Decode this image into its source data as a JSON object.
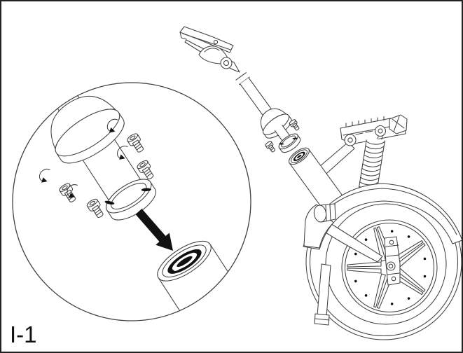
{
  "figure": {
    "label": "I-1"
  },
  "palette": {
    "line": "#404040",
    "dark_fill": "#111111",
    "background": "#ffffff",
    "border": "#222222",
    "arrow": "#000000"
  },
  "callout": {
    "shape": "circle",
    "content": "stem flange with four bolts installed into head-tube bearing",
    "arrow_direction": "down-right"
  },
  "parts": {
    "console": "tiller console",
    "clamp_lever": "console clamp lever",
    "stem": "tiller stem",
    "cone": "stem cone cover",
    "flange": "stem mounting flange",
    "flange_bolts": "flange bolts with tightening arrows",
    "head_tube": "frame head tube with bearing",
    "bracket": "frame mounting bracket",
    "spring": "suspension spring",
    "fender": "front fender",
    "bumper": "fender bumper",
    "wheel": "front wheel",
    "stand_rod": "stand rod"
  }
}
